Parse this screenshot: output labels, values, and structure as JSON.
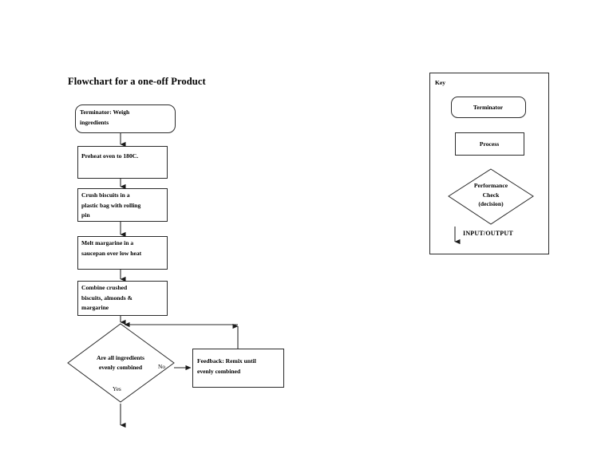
{
  "page": {
    "title": "Flowchart for a one-off Product",
    "background": "#ffffff",
    "stroke_color": "#2a2a2a",
    "text_color": "#000000"
  },
  "flow": {
    "steps": [
      {
        "id": "terminator",
        "shape": "terminator",
        "text": "Terminator: Weigh\ningredients"
      },
      {
        "id": "preheat",
        "shape": "process",
        "text": "Preheat oven to 180C."
      },
      {
        "id": "crush",
        "shape": "process",
        "text": "Crush biscuits in a\nplastic bag with rolling\npin"
      },
      {
        "id": "melt",
        "shape": "process",
        "text": "Melt margarine in a\nsaucepan over low heat"
      },
      {
        "id": "combine",
        "shape": "process",
        "text": "Combine crushed\nbiscuits, almonds &\nmargarine"
      }
    ],
    "decision": {
      "id": "decision",
      "shape": "decision",
      "text": "Are all ingredients\nevenly combined"
    },
    "branch_no_label": "No",
    "branch_yes_label": "Yes",
    "feedback": {
      "id": "feedback",
      "shape": "process",
      "text": "Feedback: Remix until\nevenly combined"
    }
  },
  "key": {
    "heading": "Key",
    "items": [
      {
        "id": "key-terminator",
        "shape": "terminator",
        "text": "Terminator"
      },
      {
        "id": "key-process",
        "shape": "process",
        "text": "Process"
      },
      {
        "id": "key-decision",
        "shape": "decision",
        "text": "Performance\nCheck\n(decision)"
      },
      {
        "id": "key-io",
        "shape": "arrow",
        "text": "INPUT/OUTPUT"
      }
    ]
  }
}
